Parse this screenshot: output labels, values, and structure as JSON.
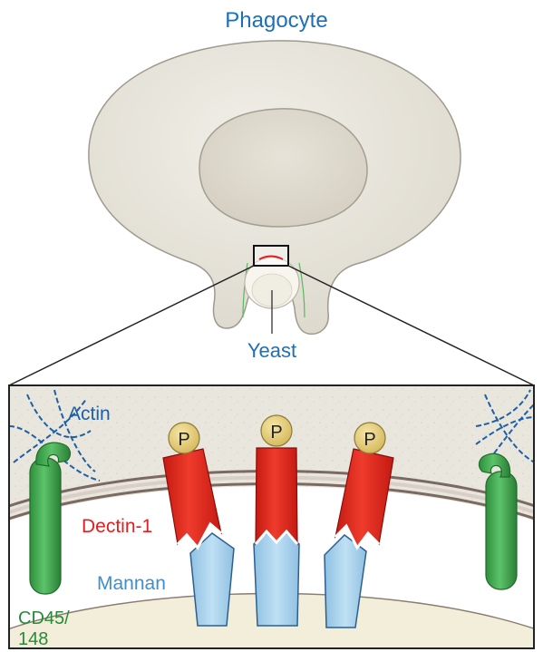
{
  "labels": {
    "phagocyte": "Phagocyte",
    "yeast": "Yeast",
    "actin": "Actin",
    "dectin": "Dectin-1",
    "mannan": "Mannan",
    "cd45_line1": "CD45/",
    "cd45_line2": "148",
    "phospho": [
      "P",
      "P",
      "P"
    ]
  },
  "colors": {
    "blue_label": "#1d6fb8",
    "red_label": "#e02020",
    "green_label": "#2a8a3a",
    "cell_fill": "#e8e5dc",
    "nucleus_fill": "#ddd9cc",
    "dectin_red": "#e3261c",
    "mannan_blue": "#a9d0ea",
    "cd45_green": "#3aa84a",
    "phospho_gold": "#e6cf7a"
  },
  "icons": {
    "actin": "dashed-crossing-filaments",
    "cd45": "green-hooked-receptor",
    "dectin": "red-receptor-with-phosphate",
    "mannan": "blue-pentagon-ligand"
  }
}
